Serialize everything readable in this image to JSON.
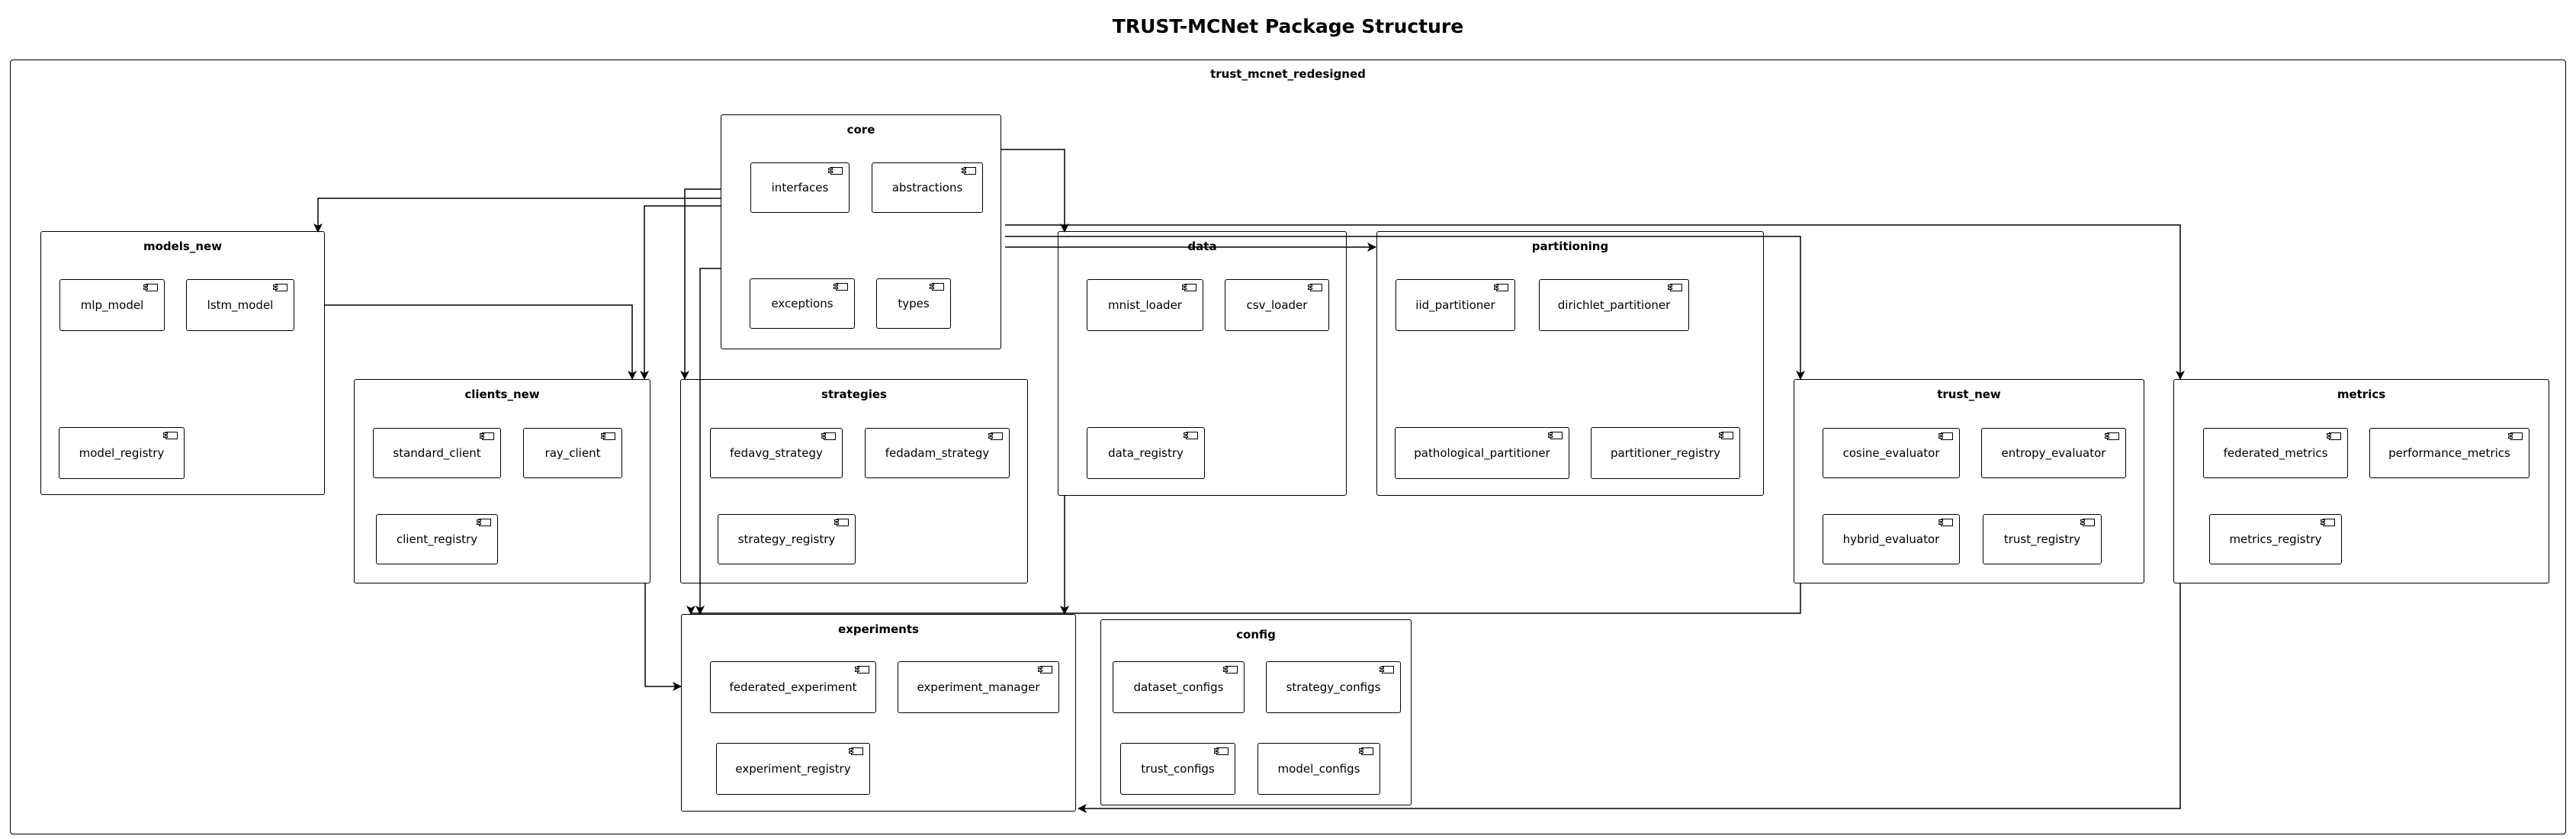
{
  "title": "TRUST-MCNet Package Structure",
  "container": "trust_mcnet_redesigned",
  "packages": {
    "core": {
      "name": "core",
      "components": [
        "interfaces",
        "abstractions",
        "exceptions",
        "types"
      ]
    },
    "models_new": {
      "name": "models_new",
      "components": [
        "mlp_model",
        "lstm_model",
        "model_registry"
      ]
    },
    "clients_new": {
      "name": "clients_new",
      "components": [
        "standard_client",
        "ray_client",
        "client_registry"
      ]
    },
    "strategies": {
      "name": "strategies",
      "components": [
        "fedavg_strategy",
        "fedadam_strategy",
        "strategy_registry"
      ]
    },
    "data": {
      "name": "data",
      "components": [
        "mnist_loader",
        "csv_loader",
        "data_registry"
      ]
    },
    "partitioning": {
      "name": "partitioning",
      "components": [
        "iid_partitioner",
        "dirichlet_partitioner",
        "pathological_partitioner",
        "partitioner_registry"
      ]
    },
    "trust_new": {
      "name": "trust_new",
      "components": [
        "cosine_evaluator",
        "entropy_evaluator",
        "hybrid_evaluator",
        "trust_registry"
      ]
    },
    "metrics": {
      "name": "metrics",
      "components": [
        "federated_metrics",
        "performance_metrics",
        "metrics_registry"
      ]
    },
    "experiments": {
      "name": "experiments",
      "components": [
        "federated_experiment",
        "experiment_manager",
        "experiment_registry"
      ]
    },
    "config": {
      "name": "config",
      "components": [
        "dataset_configs",
        "strategy_configs",
        "trust_configs",
        "model_configs"
      ]
    }
  },
  "edges": [
    {
      "from": "core",
      "to": "models_new"
    },
    {
      "from": "core",
      "to": "clients_new"
    },
    {
      "from": "core",
      "to": "strategies"
    },
    {
      "from": "core",
      "to": "data"
    },
    {
      "from": "core",
      "to": "partitioning"
    },
    {
      "from": "core",
      "to": "trust_new"
    },
    {
      "from": "core",
      "to": "metrics"
    },
    {
      "from": "core",
      "to": "experiments"
    },
    {
      "from": "models_new",
      "to": "clients_new"
    },
    {
      "from": "clients_new",
      "to": "experiments"
    },
    {
      "from": "data",
      "to": "experiments"
    },
    {
      "from": "trust_new",
      "to": "experiments"
    },
    {
      "from": "metrics",
      "to": "experiments"
    }
  ]
}
